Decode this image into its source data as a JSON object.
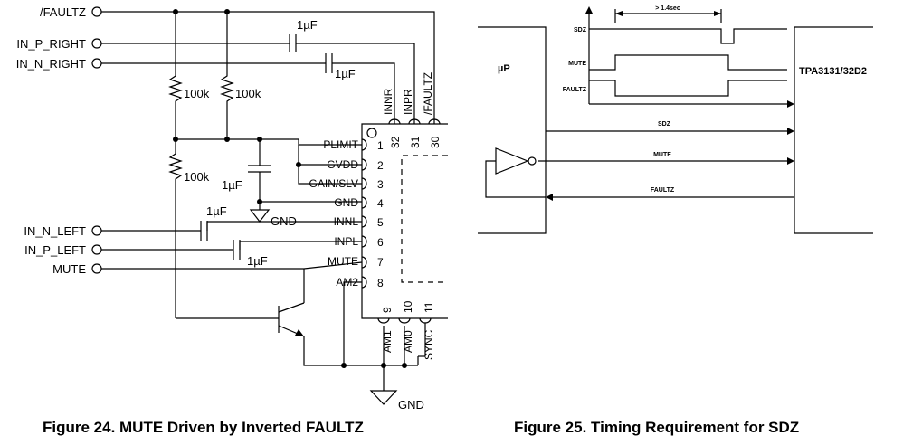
{
  "fig24": {
    "caption": "Figure 24. MUTE Driven by Inverted FAULTZ",
    "inputs": {
      "faultz": "/FAULTZ",
      "in_p_right": "IN_P_RIGHT",
      "in_n_right": "IN_N_RIGHT",
      "in_n_left": "IN_N_LEFT",
      "in_p_left": "IN_P_LEFT",
      "mute": "MUTE"
    },
    "components": {
      "cap_right_p": "1µF",
      "cap_right_n": "1µF",
      "cap_gvdd": "1µF",
      "cap_left_n": "1µF",
      "cap_left_p": "1µF",
      "res_1": "100k",
      "res_2": "100k",
      "res_3": "100k",
      "gnd_1": "GND",
      "gnd_2": "GND"
    },
    "left_pins": [
      {
        "name": "PLIMIT",
        "num": "1"
      },
      {
        "name": "GVDD",
        "num": "2"
      },
      {
        "name": "GAIN/SLV",
        "num": "3"
      },
      {
        "name": "GND",
        "num": "4"
      },
      {
        "name": "INNL",
        "num": "5"
      },
      {
        "name": "INPL",
        "num": "6"
      },
      {
        "name": "MUTE",
        "num": "7"
      },
      {
        "name": "AM2",
        "num": "8"
      }
    ],
    "top_pins": [
      {
        "name": "INNR",
        "num": "32"
      },
      {
        "name": "INPR",
        "num": "31"
      },
      {
        "name": "/FAULTZ",
        "num": "30"
      }
    ],
    "bottom_pins": [
      {
        "name": "AM1",
        "num": "9"
      },
      {
        "name": "AM0",
        "num": "10"
      },
      {
        "name": "SYNC",
        "num": "11"
      }
    ]
  },
  "fig25": {
    "caption": "Figure 25. Timing Requirement for SDZ",
    "mcu_label": "µP",
    "device_label": "TPA3131/32D2",
    "timing_note": "> 1.4sec",
    "waveforms": {
      "sdz": "SDZ",
      "mute": "MUTE",
      "faultz": "FAULTZ"
    },
    "signals": {
      "sdz": "SDZ",
      "mute": "MUTE",
      "faultz": "FAULTZ"
    }
  }
}
